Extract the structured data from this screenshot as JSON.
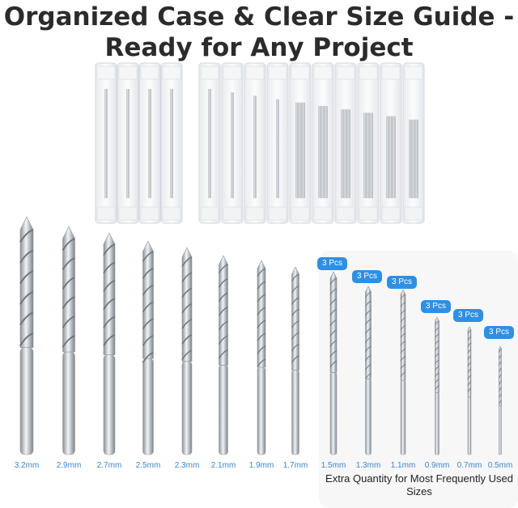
{
  "title": {
    "line1": "Organized Case & Clear Size Guide -",
    "line2": "Ready for Any Project"
  },
  "bits": [
    {
      "size": "3.2mm"
    },
    {
      "size": "2.9mm"
    },
    {
      "size": "2.7mm"
    },
    {
      "size": "2.5mm"
    },
    {
      "size": "2.3mm"
    },
    {
      "size": "2.1mm"
    },
    {
      "size": "1.9mm"
    },
    {
      "size": "1.7mm"
    },
    {
      "size": "1.5mm",
      "badge": "3 Pcs"
    },
    {
      "size": "1.3mm",
      "badge": "3 Pcs"
    },
    {
      "size": "1.1mm",
      "badge": "3 Pcs"
    },
    {
      "size": "0.9mm",
      "badge": "3 Pcs"
    },
    {
      "size": "0.7mm",
      "badge": "3 Pcs"
    },
    {
      "size": "0.5mm",
      "badge": "3 Pcs"
    }
  ],
  "caption": "Extra Quantity for Most Frequently Used Sizes",
  "colors": {
    "badge": "#2f8fe3",
    "size_label": "#3b86c9",
    "panel": "#f7f7f8",
    "title": "#2b2b2b"
  }
}
